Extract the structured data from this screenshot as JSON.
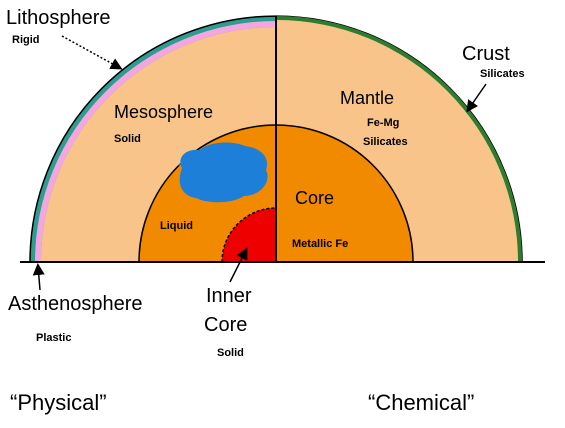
{
  "colors": {
    "mantle": "#F9C48A",
    "outer_core": "#F28A00",
    "inner_core": "#EE0000",
    "lithosphere": "#2E9C8E",
    "asthenosphere": "#F4A6E0",
    "crust": "#2E7D2E",
    "blob": "#1E7FD8",
    "outline": "#000000"
  },
  "labels": {
    "lithosphere": "Lithosphere",
    "rigid": "Rigid",
    "crust": "Crust",
    "silicates_crust": "Silicates",
    "mesosphere": "Mesosphere",
    "solid_meso": "Solid",
    "mantle": "Mantle",
    "fe_mg": "Fe-Mg",
    "silicates_mantle": "Silicates",
    "core": "Core",
    "liquid": "Liquid",
    "metallic_fe": "Metallic Fe",
    "asthenosphere": "Asthenosphere",
    "plastic": "Plastic",
    "inner": "Inner",
    "core_inner": "Core",
    "solid_inner": "Solid",
    "physical": "“Physical”",
    "chemical": "“Chemical”"
  }
}
